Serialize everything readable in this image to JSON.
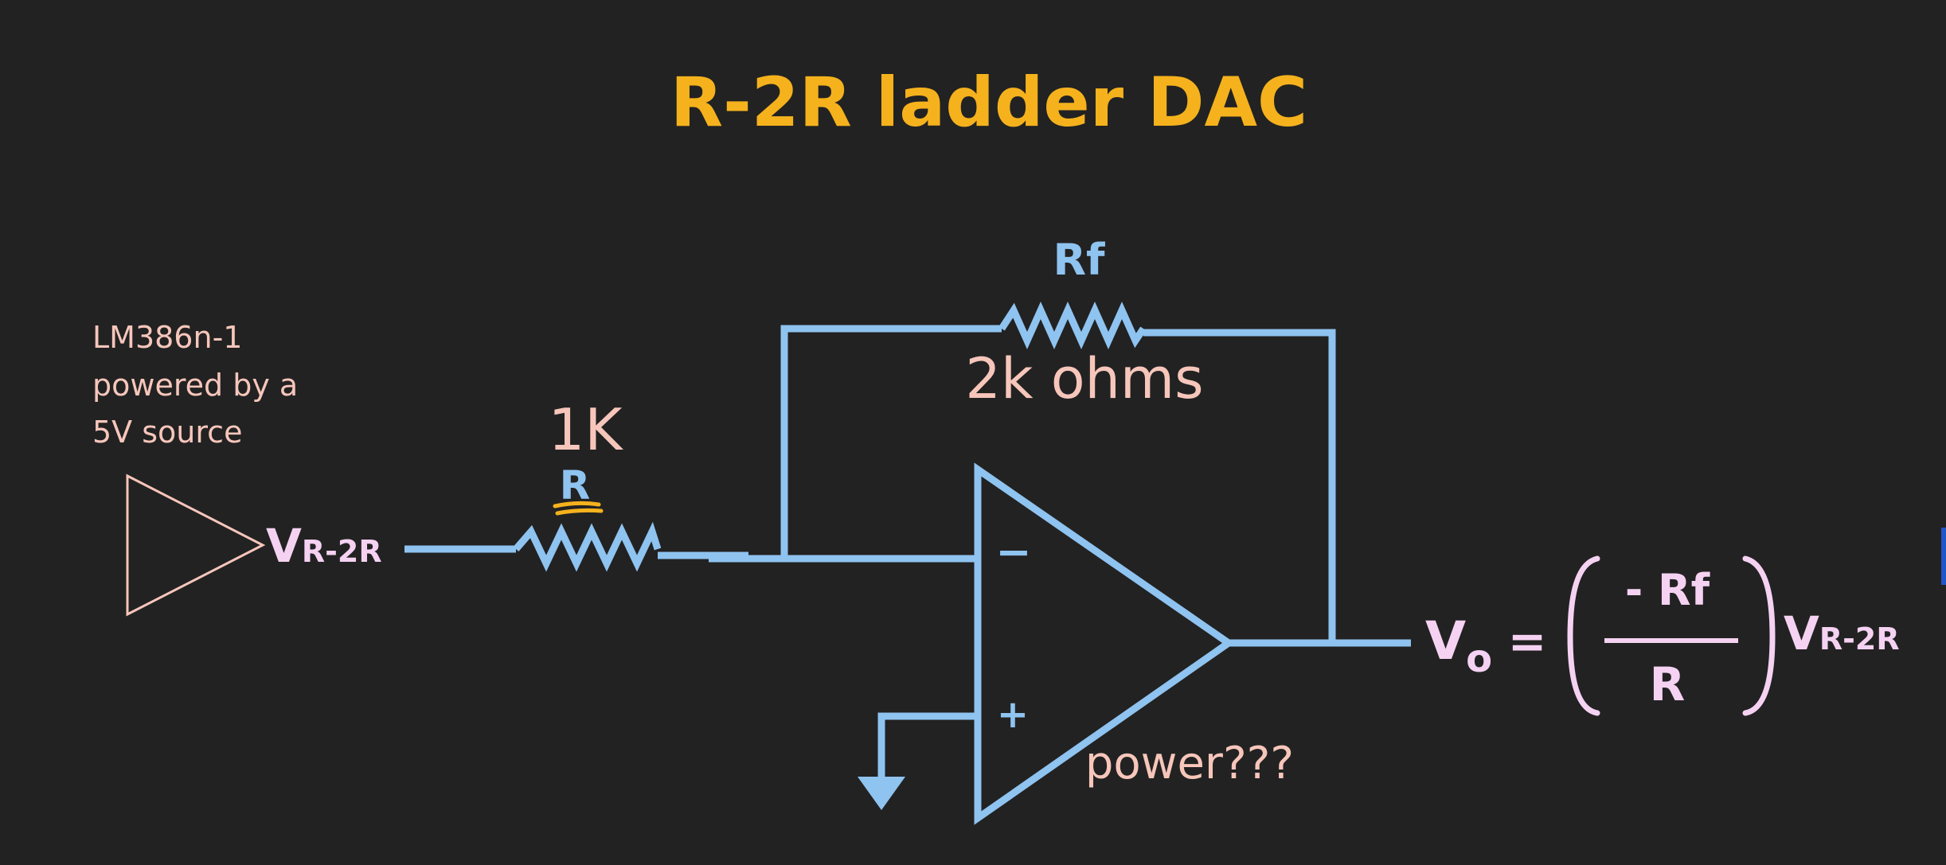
{
  "title": "R-2R ladder DAC",
  "note": {
    "lines": [
      "LM386n-1",
      "powered by a",
      "5V source"
    ]
  },
  "input": {
    "label_main": "V",
    "label_sub": "R-2R"
  },
  "input_resistor": {
    "value": "1K",
    "name": "R"
  },
  "feedback_resistor": {
    "name": "Rf",
    "value": "2k ohms"
  },
  "opamp": {
    "minus": "−",
    "plus": "+",
    "power_note": "power???"
  },
  "formula": {
    "lhs_main": "V",
    "lhs_sub": "o",
    "equals": "=",
    "numerator": "- Rf",
    "denominator": "R",
    "rhs_main": "V",
    "rhs_sub": "R-2R"
  },
  "colors": {
    "background": "#222222",
    "wire": "#8fc3f0",
    "title": "#f5b21d",
    "annotation": "#f7c6bb",
    "formula": "#f5d2f2",
    "highlight": "#f5b21d",
    "edge_marker": "#2255cc"
  }
}
